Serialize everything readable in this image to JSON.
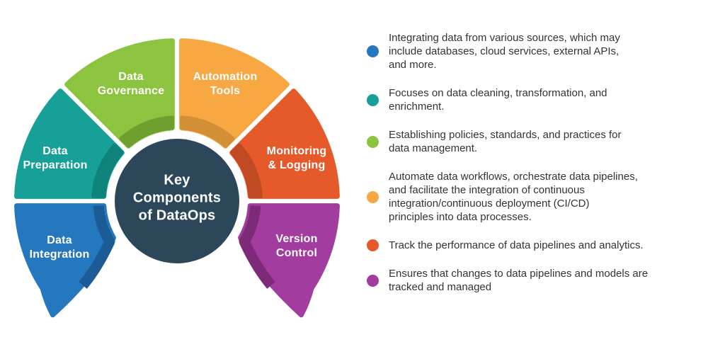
{
  "center": {
    "title": "Key\nComponents\nof DataOps",
    "circle_color": "#2B4759"
  },
  "segments": [
    {
      "id": "data-integration",
      "label": "Data\nIntegration",
      "color": "#2577BE",
      "shade": "#1C5C96",
      "description": "Integrating data from various sources, which may\ninclude databases, cloud services, external APIs,\nand more."
    },
    {
      "id": "data-preparation",
      "label": "Data\nPreparation",
      "color": "#16A098",
      "shade": "#0E837A",
      "description": "Focuses on data cleaning, transformation, and\nenrichment."
    },
    {
      "id": "data-governance",
      "label": "Data\nGovernance",
      "color": "#8CC43F",
      "shade": "#6FA02F",
      "description": "Establishing policies, standards, and practices for\ndata management."
    },
    {
      "id": "automation-tools",
      "label": "Automation\nTools",
      "color": "#F7A843",
      "shade": "#D28F36",
      "description": "Automate data workflows, orchestrate data pipelines,\nand facilitate the integration of continuous\nintegration/continuous deployment (CI/CD)\nprinciples into data processes."
    },
    {
      "id": "monitoring-logging",
      "label": "Monitoring\n& Logging",
      "color": "#E5592B",
      "shade": "#C04A24",
      "description": "Track the performance of data pipelines and analytics."
    },
    {
      "id": "version-control",
      "label": "Version\nControl",
      "color": "#A23C9E",
      "shade": "#7D2B79",
      "description": "Ensures that changes to data pipelines and models are\ntracked and managed"
    }
  ]
}
